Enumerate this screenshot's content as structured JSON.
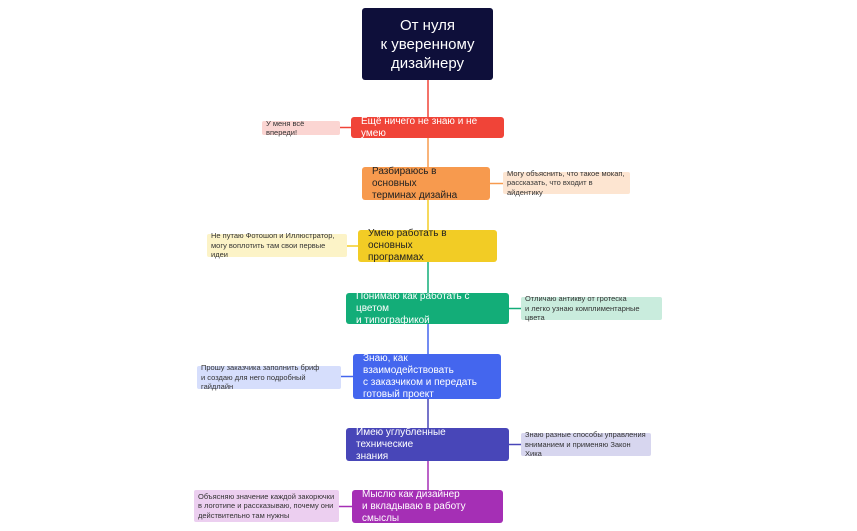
{
  "title": "От нуля\nк уверенному\nдизайнеру",
  "stages": [
    {
      "label": "Ещё ничего не знаю и не умею",
      "color": "#f04438",
      "text_color": "#ffffff",
      "note": "У меня всё впереди!",
      "note_bg": "#fbd5d2"
    },
    {
      "label": "Разбираюсь в основных\nтерминах дизайна",
      "color": "#f79a4e",
      "text_color": "#222222",
      "note": "Могу объяснить, что такое мокап,\nрассказать, что входит в айдентику",
      "note_bg": "#fde5d1"
    },
    {
      "label": "Умею работать в основных\nпрограммах",
      "color": "#f2cc25",
      "text_color": "#222222",
      "note": "Не путаю Фотошоп и Иллюстратор,\nмогу воплотить там свои первые идеи",
      "note_bg": "#fcf3c7"
    },
    {
      "label": "Понимаю как работать с цветом\nи типографикой",
      "color": "#13ad78",
      "text_color": "#ffffff",
      "note": "Отличаю антикву от гротеска\nи легко узнаю комплиментарные цвета",
      "note_bg": "#c9ecdd"
    },
    {
      "label": "Знаю, как взаимодействовать\nс заказчиком и передать\nготовый проект",
      "color": "#4466ee",
      "text_color": "#ffffff",
      "note": "Прошу заказчика заполнить бриф\nи создаю для него подробный гайдлайн",
      "note_bg": "#d6defc"
    },
    {
      "label": "Имею углубленные технические\nзнания",
      "color": "#4846b8",
      "text_color": "#ffffff",
      "note": "Знаю разные способы управления\nвниманием и применяю Закон Хика",
      "note_bg": "#d7d6ef"
    },
    {
      "label": "Мыслю как дизайнер\nи вкладываю в работу смыслы",
      "color": "#a52fb5",
      "text_color": "#ffffff",
      "note": "Объясняю значение каждой закорючки\nв логотипе и рассказываю, почему они\nдействительно там нужны",
      "note_bg": "#eccff0"
    }
  ]
}
